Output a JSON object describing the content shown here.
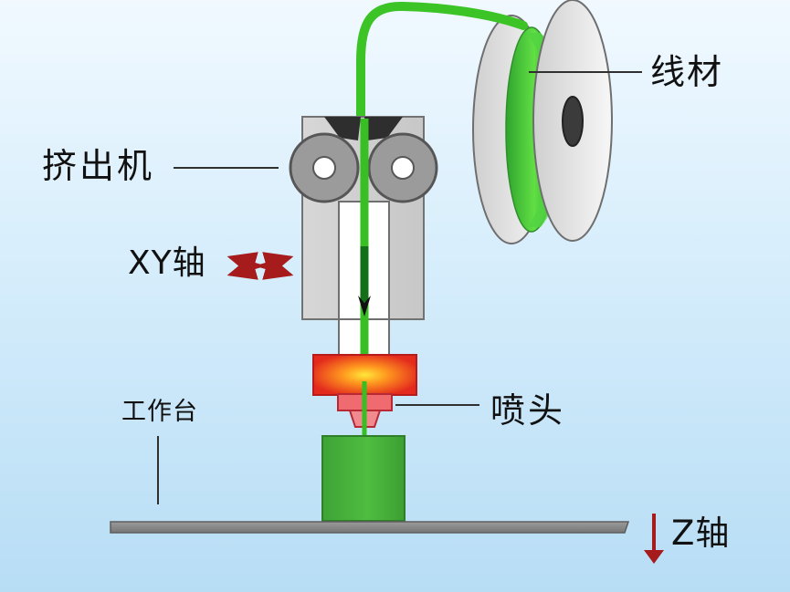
{
  "labels": {
    "filament": "线材",
    "extruder": "挤出机",
    "xy_axis": "XY轴",
    "platform": "工作台",
    "nozzle": "喷头",
    "z_axis": "Z轴"
  },
  "colors": {
    "background_top": "#eef7ff",
    "background_bottom": "#b9dff5",
    "filament_green": "#3cc326",
    "block_green": "#46b33b",
    "printer_gray": "#d2d2d2",
    "outline_gray": "#707070",
    "platform_gray": "#8d8d8d",
    "arrow_red": "#a61b1b",
    "heater_red": "#e42b1d",
    "heater_glow": "#ffd21f"
  },
  "icons": {
    "xy_motion": "red-cross-arrows-icon",
    "z_motion": "red-down-arrow-icon",
    "filament_direction": "black-down-arrow-icon"
  }
}
